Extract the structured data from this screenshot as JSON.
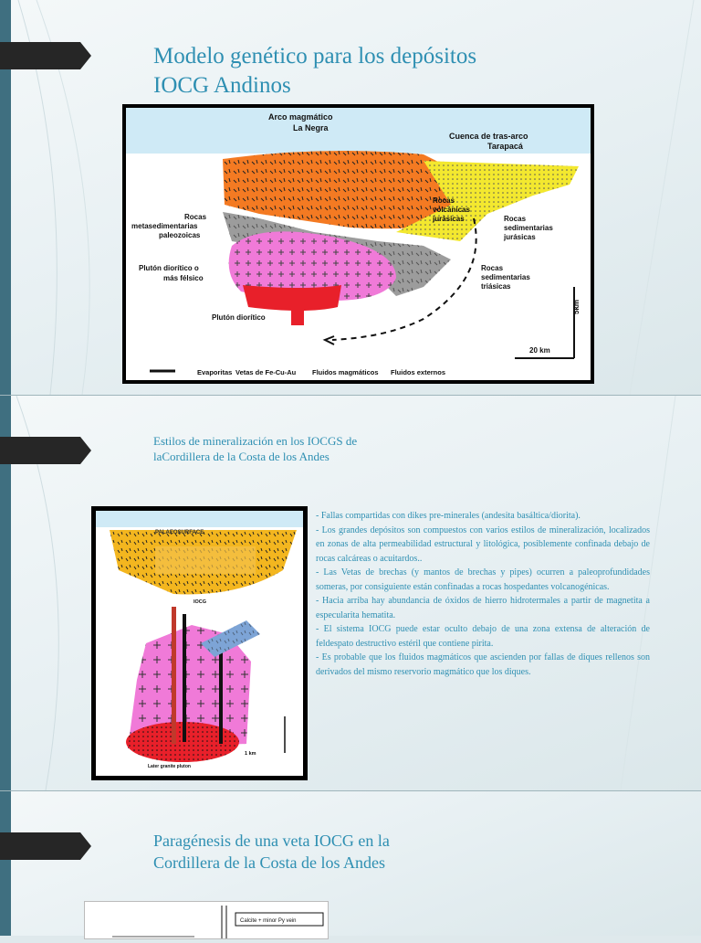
{
  "slide1": {
    "title": "Modelo genético para los depósitos IOCG Andinos",
    "figure": {
      "labels": {
        "arco": "Arco magmático",
        "arco2": "La Negra",
        "cuenca": "Cuenca de tras-arco",
        "cuenca2": "Tarapacá",
        "rocas_volc": "Rocas",
        "rocas_volc2": "volcánicas",
        "rocas_volc3": "jurásicas",
        "rocas_meta": "Rocas",
        "rocas_meta2": "metasedimentarias",
        "rocas_meta3": "paleozoicas",
        "rocas_sed": "Rocas",
        "rocas_sed2": "sedimentarias",
        "rocas_sed3": "jurásicas",
        "pluton1": "Plutón diorítico o",
        "pluton1b": "más félsico",
        "rocas_tri": "Rocas",
        "rocas_tri2": "sedimentarias",
        "rocas_tri3": "triásicas",
        "pluton2": "Plutón diorítico",
        "scale_v": "5km",
        "scale_h": "20 km"
      },
      "legend": [
        "Evaporitas",
        "Vetas de Fe-Cu-Au",
        "Fluidos magmáticos",
        "Fluidos externos"
      ]
    }
  },
  "slide2": {
    "title": "Estilos de mineralización en los IOCGS de laCordillera de la Costa de los Andes",
    "paragraphs": [
      "- Fallas compartidas con dikes pre-minerales (andesita basáltica/diorita).",
      "- Los grandes depósitos son compuestos con varios estilos de mineralización, localizados en zonas de alta permeabilidad estructural y litológica, posiblemente confinada debajo de rocas calcáreas o acuitardos..",
      "- Las Vetas de brechas (y mantos de brechas y pipes) ocurren a paleoprofundidades someras, por consiguiente están confinadas a rocas hospedantes volcanogénicas.",
      "- Hacia arriba hay abundancia de óxidos de hierro hidrotermales a partir de magnetita a especularita hematita.",
      "- El sistema IOCG puede estar oculto debajo de una zona extensa de alteración de feldespato destructivo estéril que contiene pirita.",
      "- Es probable que los fluidos magmáticos que ascienden por fallas de diques rellenos son derivados del mismo reservorio magmático que los diques."
    ],
    "figure": {
      "top_label": "PALAEOSURFACE",
      "iocg": "IOCG",
      "scale": "1 km",
      "bottom": "Later granite pluton"
    }
  },
  "slide3": {
    "title": "Paragénesis de una veta IOCG en la Cordillera de la Costa de los Andes",
    "figure": {
      "box_label": "Calcite + minor Py vein"
    }
  },
  "colors": {
    "accent": "#2e8fb2",
    "orange": "#f47a22",
    "pink": "#f07ad8",
    "yellow": "#f3e82f",
    "red": "#e8202a"
  }
}
